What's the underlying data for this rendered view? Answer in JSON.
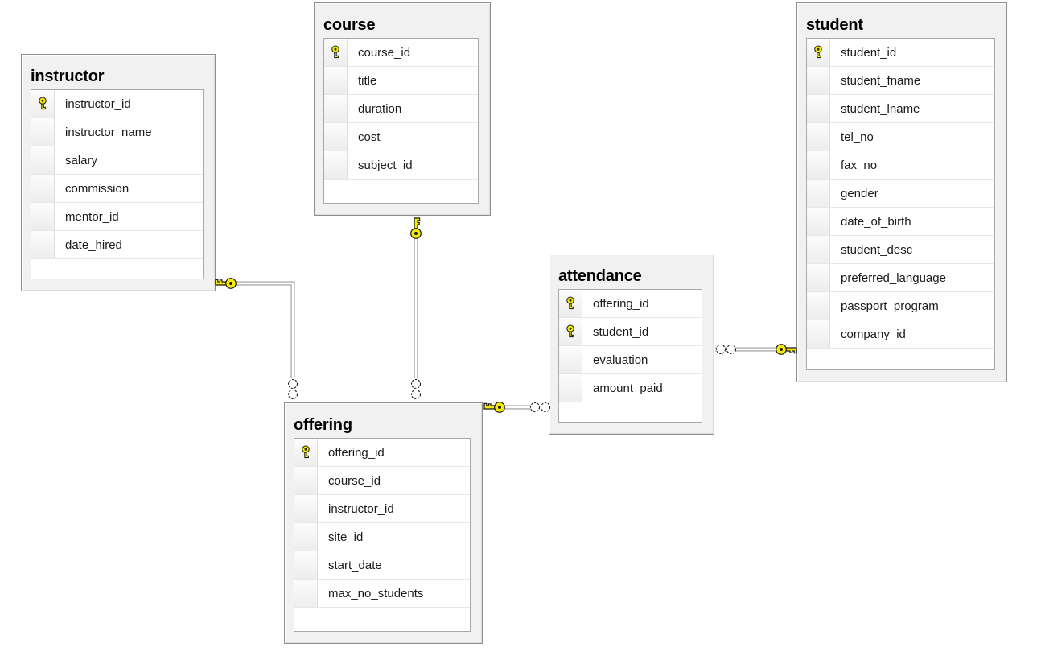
{
  "diagram": {
    "tables": [
      {
        "id": "instructor",
        "title": "instructor",
        "columns": [
          {
            "name": "instructor_id",
            "pk": true
          },
          {
            "name": "instructor_name",
            "pk": false
          },
          {
            "name": "salary",
            "pk": false
          },
          {
            "name": "commission",
            "pk": false
          },
          {
            "name": "mentor_id",
            "pk": false
          },
          {
            "name": "date_hired",
            "pk": false
          }
        ]
      },
      {
        "id": "course",
        "title": "course",
        "columns": [
          {
            "name": "course_id",
            "pk": true
          },
          {
            "name": "title",
            "pk": false
          },
          {
            "name": "duration",
            "pk": false
          },
          {
            "name": "cost",
            "pk": false
          },
          {
            "name": "subject_id",
            "pk": false
          }
        ]
      },
      {
        "id": "student",
        "title": "student",
        "columns": [
          {
            "name": "student_id",
            "pk": true
          },
          {
            "name": "student_fname",
            "pk": false
          },
          {
            "name": "student_lname",
            "pk": false
          },
          {
            "name": "tel_no",
            "pk": false
          },
          {
            "name": "fax_no",
            "pk": false
          },
          {
            "name": "gender",
            "pk": false
          },
          {
            "name": "date_of_birth",
            "pk": false
          },
          {
            "name": "student_desc",
            "pk": false
          },
          {
            "name": "preferred_language",
            "pk": false
          },
          {
            "name": "passport_program",
            "pk": false
          },
          {
            "name": "company_id",
            "pk": false
          }
        ]
      },
      {
        "id": "attendance",
        "title": "attendance",
        "columns": [
          {
            "name": "offering_id",
            "pk": true
          },
          {
            "name": "student_id",
            "pk": true
          },
          {
            "name": "evaluation",
            "pk": false
          },
          {
            "name": "amount_paid",
            "pk": false
          }
        ]
      },
      {
        "id": "offering",
        "title": "offering",
        "columns": [
          {
            "name": "offering_id",
            "pk": true
          },
          {
            "name": "course_id",
            "pk": false
          },
          {
            "name": "instructor_id",
            "pk": false
          },
          {
            "name": "site_id",
            "pk": false
          },
          {
            "name": "start_date",
            "pk": false
          },
          {
            "name": "max_no_students",
            "pk": false
          }
        ]
      }
    ],
    "relationships": [
      {
        "from": "instructor",
        "from_cardinality": "one",
        "to": "offering",
        "to_cardinality": "many"
      },
      {
        "from": "course",
        "from_cardinality": "one",
        "to": "offering",
        "to_cardinality": "many"
      },
      {
        "from": "offering",
        "from_cardinality": "one",
        "to": "attendance",
        "to_cardinality": "many"
      },
      {
        "from": "student",
        "from_cardinality": "one",
        "to": "attendance",
        "to_cardinality": "many"
      }
    ],
    "colors": {
      "key_yellow": "#f5ec00",
      "frame_fill": "#f1f1f1",
      "frame_border": "#8f8f8f",
      "grid_border": "#a9a9a9",
      "row_divider": "#e7e7e7",
      "connector_gray": "#9a9a9a",
      "text_dark": "#1b1b1b"
    }
  }
}
